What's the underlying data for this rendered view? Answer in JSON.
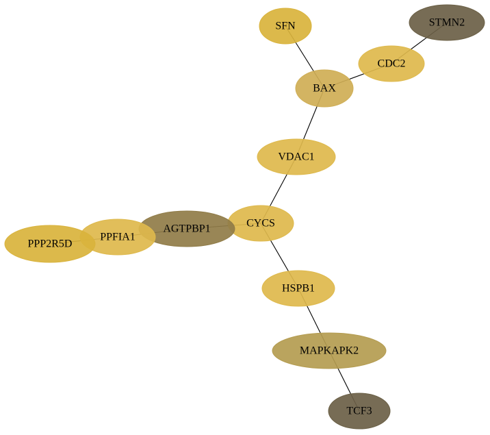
{
  "diagram": {
    "nodes": [
      {
        "id": "SFN",
        "label": "SFN",
        "color": "#d9b33c"
      },
      {
        "id": "STMN2",
        "label": "STMN2",
        "color": "#6b6046"
      },
      {
        "id": "CDC2",
        "label": "CDC2",
        "color": "#deb94c"
      },
      {
        "id": "BAX",
        "label": "BAX",
        "color": "#cfae55"
      },
      {
        "id": "VDAC1",
        "label": "VDAC1",
        "color": "#deb94c"
      },
      {
        "id": "CYCS",
        "label": "CYCS",
        "color": "#deb94c"
      },
      {
        "id": "AGTPBP1",
        "label": "AGTPBP1",
        "color": "#907c48"
      },
      {
        "id": "PPFIA1",
        "label": "PPFIA1",
        "color": "#deb94c"
      },
      {
        "id": "PPP2R5D",
        "label": "PPP2R5D",
        "color": "#d9b33c"
      },
      {
        "id": "HSPB1",
        "label": "HSPB1",
        "color": "#deb94c"
      },
      {
        "id": "MAPKAPK2",
        "label": "MAPKAPK2",
        "color": "#b49c50"
      },
      {
        "id": "TCF3",
        "label": "TCF3",
        "color": "#6b6046"
      }
    ],
    "edges": [
      {
        "source": "SFN",
        "target": "BAX"
      },
      {
        "source": "STMN2",
        "target": "CDC2"
      },
      {
        "source": "CDC2",
        "target": "BAX"
      },
      {
        "source": "BAX",
        "target": "VDAC1"
      },
      {
        "source": "VDAC1",
        "target": "CYCS"
      },
      {
        "source": "CYCS",
        "target": "AGTPBP1"
      },
      {
        "source": "AGTPBP1",
        "target": "PPFIA1"
      },
      {
        "source": "PPFIA1",
        "target": "PPP2R5D"
      },
      {
        "source": "CYCS",
        "target": "HSPB1"
      },
      {
        "source": "HSPB1",
        "target": "MAPKAPK2"
      },
      {
        "source": "MAPKAPK2",
        "target": "TCF3"
      }
    ]
  }
}
